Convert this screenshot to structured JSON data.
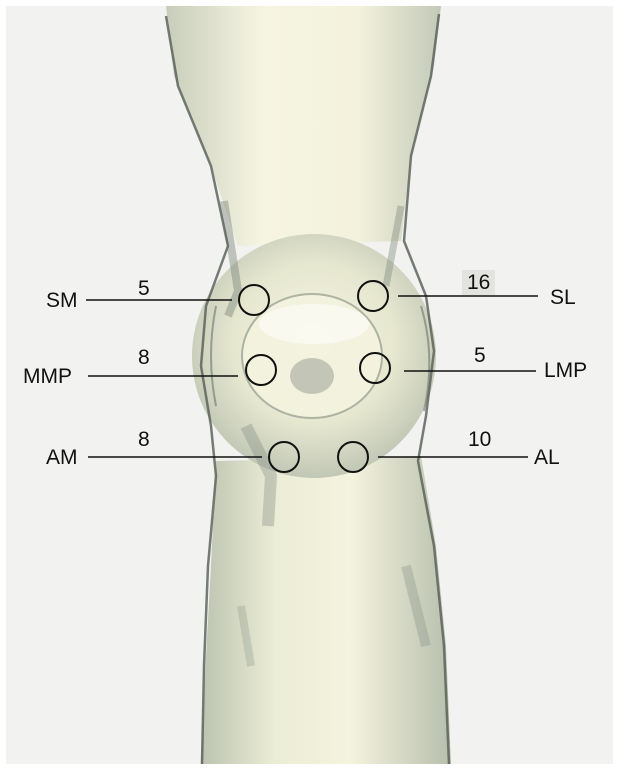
{
  "colors": {
    "paper": "#f2f2f0",
    "skin_highlight": "#f5f3dc",
    "skin_base": "#e9e8cc",
    "pencil_shadow": "#8d978d",
    "ink": "#111111"
  },
  "portals": [
    {
      "name": "SM",
      "count": "5",
      "side": "left"
    },
    {
      "name": "SL",
      "count": "16",
      "side": "right"
    },
    {
      "name": "MMP",
      "count": "8",
      "side": "left"
    },
    {
      "name": "LMP",
      "count": "5",
      "side": "right"
    },
    {
      "name": "AM",
      "count": "8",
      "side": "left"
    },
    {
      "name": "AL",
      "count": "10",
      "side": "right"
    }
  ]
}
